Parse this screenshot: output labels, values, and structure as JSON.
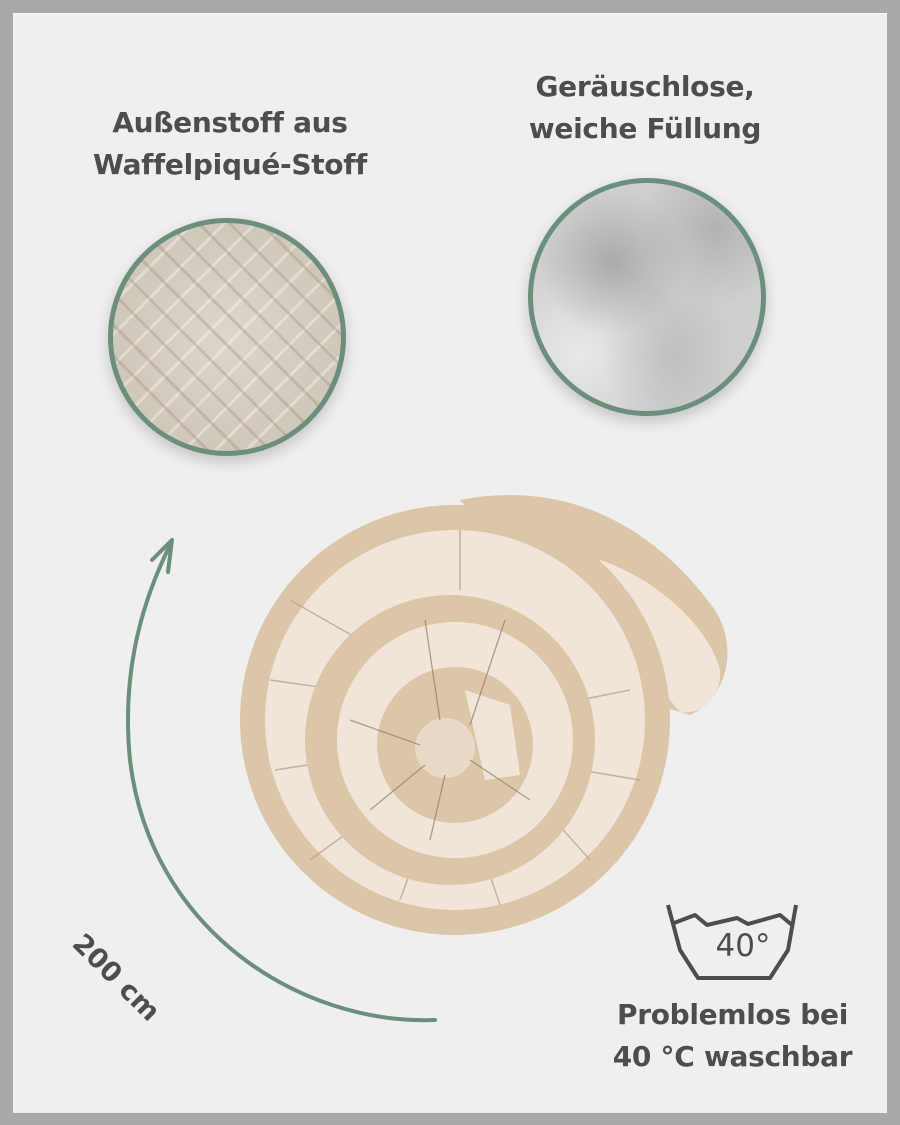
{
  "features": {
    "fabric": {
      "line1": "Außenstoff aus",
      "line2": "Waffelpiqué-Stoff",
      "image": "waffle-pique-fabric-closeup"
    },
    "filling": {
      "line1": "Geräuschlose,",
      "line2": "weiche Füllung",
      "image": "soft-filling-closeup"
    },
    "length": {
      "label": "200 cm",
      "icon": "curved-arrow-up"
    },
    "washing": {
      "icon": "wash-tub-symbol",
      "temp": "40°",
      "line1": "Problemlos bei",
      "line2": "40 °C waschbar"
    }
  },
  "product": {
    "image": "rolled-nursing-pillow-spiral",
    "colors": {
      "waffle": "#dcc6a8",
      "smooth": "#f1e4d9"
    }
  },
  "colors": {
    "frame": "#a9a9a9",
    "background": "#efefef",
    "accent": "#6b8f7c",
    "text": "#4d4d4d"
  }
}
